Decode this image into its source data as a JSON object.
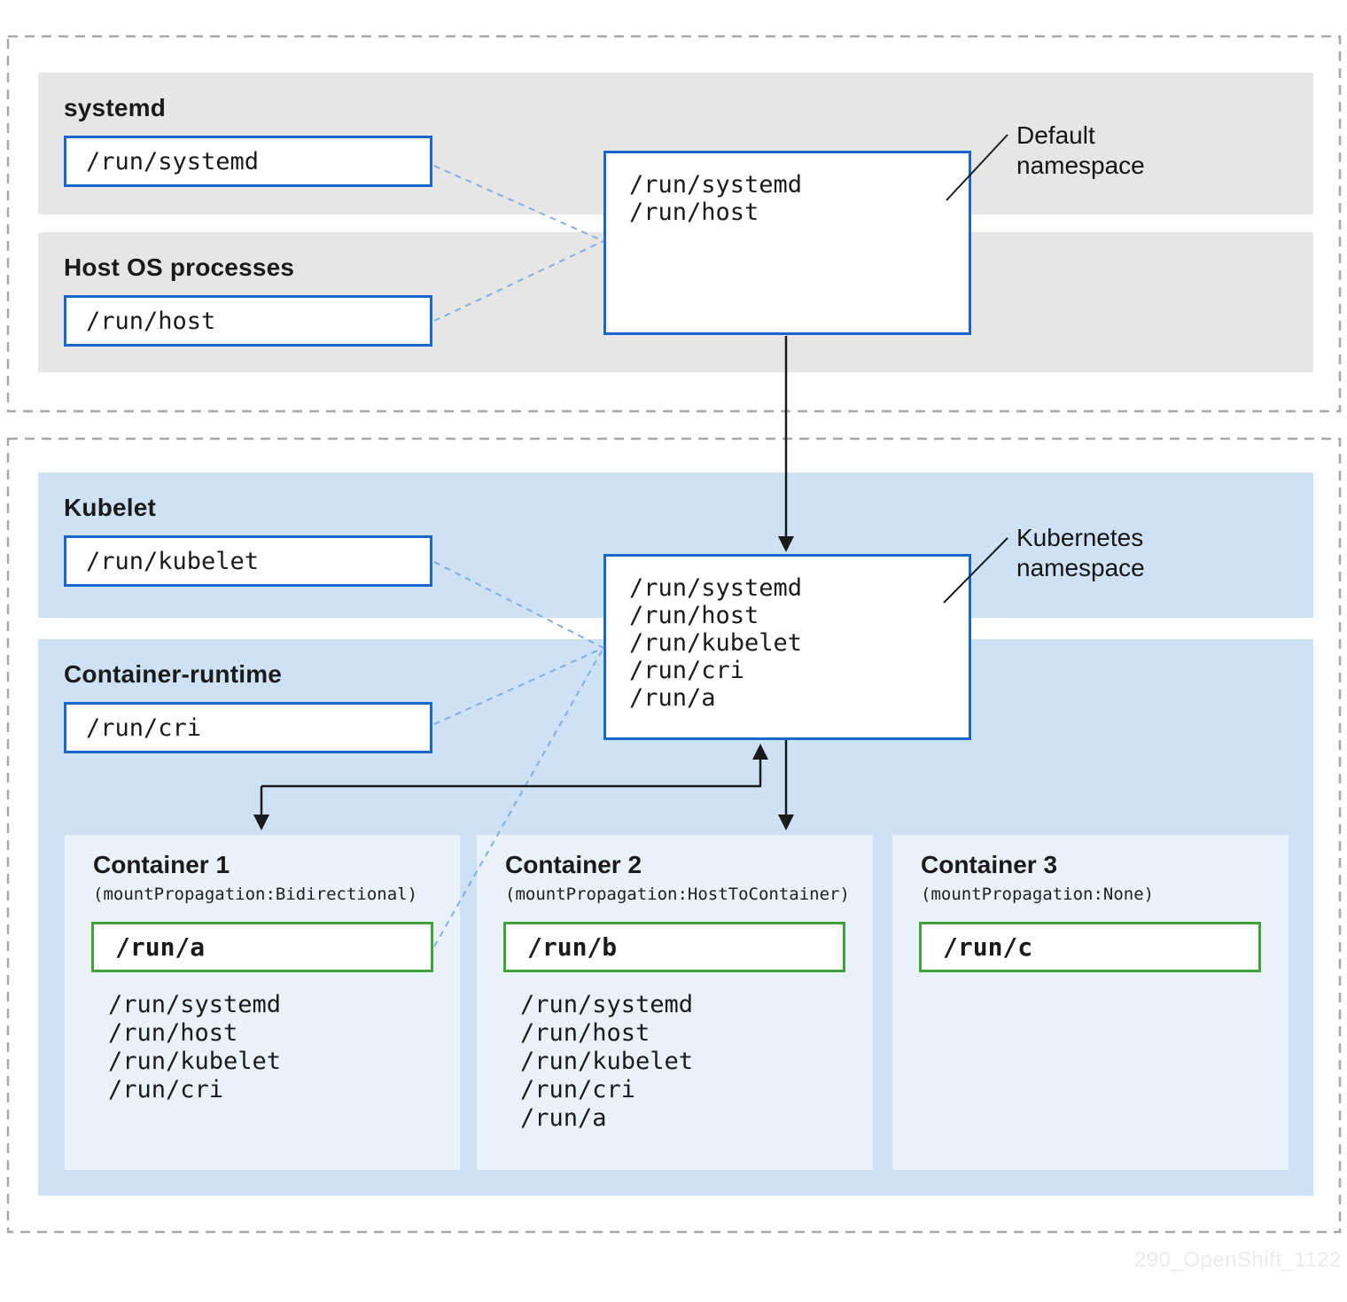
{
  "colors": {
    "band_gray": "#e6e6e6",
    "band_blue": "#cfe2f5",
    "panel_blue": "#e9f1fa",
    "box_border_blue": "#1767cd",
    "mount_border_green": "#3fa33a",
    "connector_blue": "#85aedd",
    "section_border_gray": "#a8a8a8",
    "arrow_black": "#1a1a1a",
    "watermark_gray": "#ebebed"
  },
  "host_section": {
    "bands": [
      {
        "label": "systemd",
        "path": "/run/systemd"
      },
      {
        "label": "Host OS processes",
        "path": "/run/host"
      }
    ],
    "namespace": {
      "label_lines": [
        "Default",
        "namespace"
      ],
      "paths": [
        "/run/systemd",
        "/run/host"
      ]
    }
  },
  "kubernetes_section": {
    "bands": [
      {
        "label": "Kubelet",
        "path": "/run/kubelet"
      },
      {
        "label": "Container-runtime",
        "path": "/run/cri"
      }
    ],
    "namespace": {
      "label_lines": [
        "Kubernetes",
        "namespace"
      ],
      "paths": [
        "/run/systemd",
        "/run/host",
        "/run/kubelet",
        "/run/cri",
        "/run/a"
      ]
    },
    "containers": [
      {
        "title": "Container 1",
        "subtitle": "(mountPropagation:Bidirectional)",
        "mount": "/run/a",
        "propagated_paths": [
          "/run/systemd",
          "/run/host",
          "/run/kubelet",
          "/run/cri"
        ]
      },
      {
        "title": "Container 2",
        "subtitle": "(mountPropagation:HostToContainer)",
        "mount": "/run/b",
        "propagated_paths": [
          "/run/systemd",
          "/run/host",
          "/run/kubelet",
          "/run/cri",
          "/run/a"
        ]
      },
      {
        "title": "Container 3",
        "subtitle": "(mountPropagation:None)",
        "mount": "/run/c",
        "propagated_paths": []
      }
    ]
  },
  "watermark": "290_OpenShift_1122"
}
